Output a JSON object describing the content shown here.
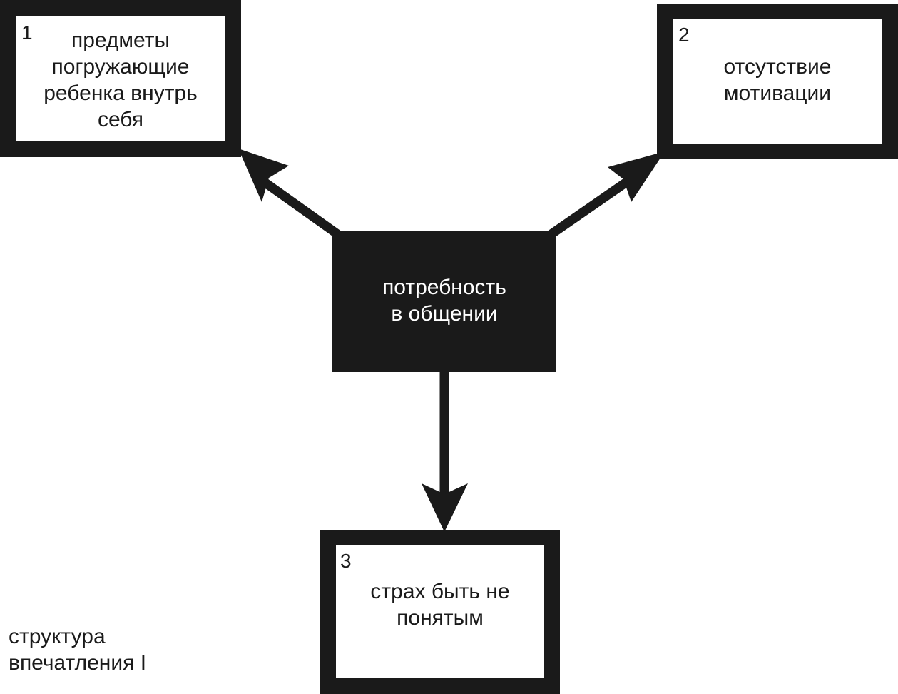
{
  "diagram": {
    "center": {
      "label": "потребность\nв общении"
    },
    "boxes": [
      {
        "number": "1",
        "label": "предметы\nпогружающие\nребенка внутрь\nсебя"
      },
      {
        "number": "2",
        "label": "отсутствие\nмотивации"
      },
      {
        "number": "3",
        "label": "страх быть не\nпонятым"
      }
    ],
    "caption": "структура\nвпечатления I"
  },
  "colors": {
    "ink": "#1a1a1a",
    "background": "#ffffff",
    "center_text": "#ffffff"
  }
}
